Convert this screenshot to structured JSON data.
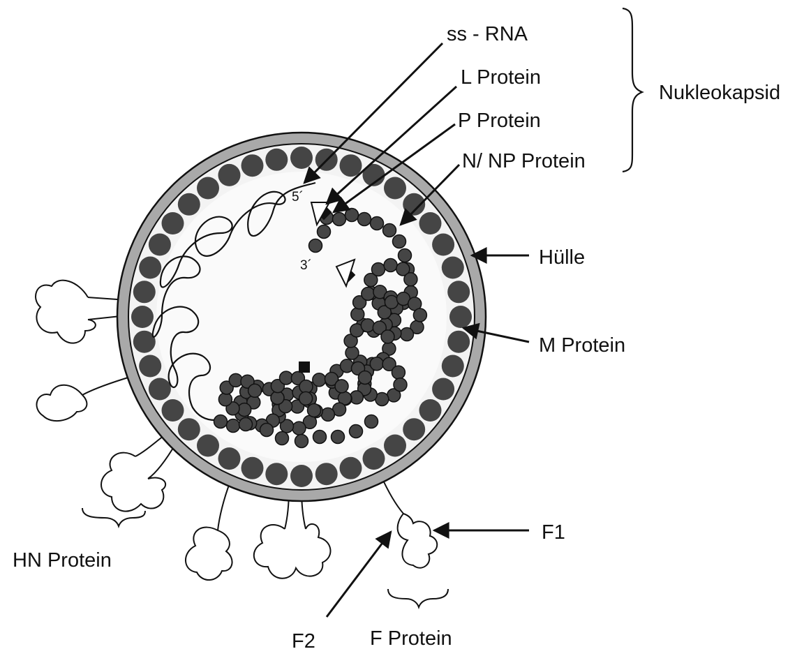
{
  "labels": {
    "ss_rna": "ss - RNA",
    "l_protein": "L Protein",
    "p_protein": "P Protein",
    "np_protein": "N/ NP Protein",
    "nukleokapsid": "Nukleokapsid",
    "huelle": "Hülle",
    "m_protein": "M Protein",
    "f1": "F1",
    "f2": "F2",
    "hn_protein": "HN Protein",
    "f_protein": "F Protein",
    "end5": "5´",
    "end3": "3´"
  },
  "colors": {
    "ink": "#111111",
    "envelope_fill": "#a9a9a9",
    "bead_fill": "#454545",
    "interior_fill": "#f3f3f3"
  }
}
